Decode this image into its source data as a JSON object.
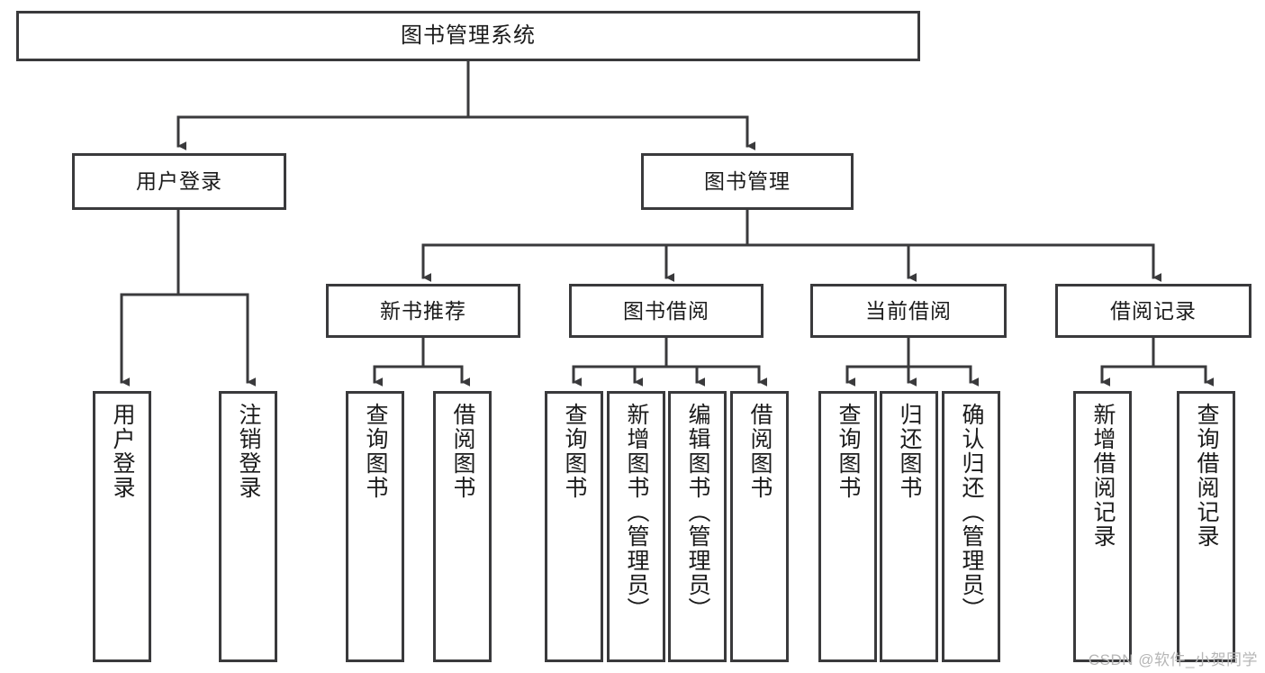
{
  "diagram": {
    "title": "图书管理系统",
    "type": "tree",
    "stroke_color": "#3a3a3c",
    "text_color": "#1b1b1b",
    "background_color": "#ffffff"
  },
  "root": {
    "label": "图书管理系统"
  },
  "level2": [
    {
      "label": "用户登录"
    },
    {
      "label": "图书管理"
    }
  ],
  "level3": [
    {
      "label": "新书推荐"
    },
    {
      "label": "图书借阅"
    },
    {
      "label": "当前借阅"
    },
    {
      "label": "借阅记录"
    }
  ],
  "leaves": {
    "user_login": [
      {
        "label": "用户登录"
      },
      {
        "label": "注销登录"
      }
    ],
    "new_book_recommend": [
      {
        "label": "查询图书"
      },
      {
        "label": "借阅图书"
      }
    ],
    "book_borrow": [
      {
        "label": "查询图书"
      },
      {
        "label": "新增图书（管理员）"
      },
      {
        "label": "编辑图书（管理员）"
      },
      {
        "label": "借阅图书"
      }
    ],
    "current_borrow": [
      {
        "label": "查询图书"
      },
      {
        "label": "归还图书"
      },
      {
        "label": "确认归还（管理员）"
      }
    ],
    "borrow_record": [
      {
        "label": "新增借阅记录"
      },
      {
        "label": "查询借阅记录"
      }
    ]
  },
  "watermark": {
    "text": "CSDN @软件_小贺同学"
  }
}
